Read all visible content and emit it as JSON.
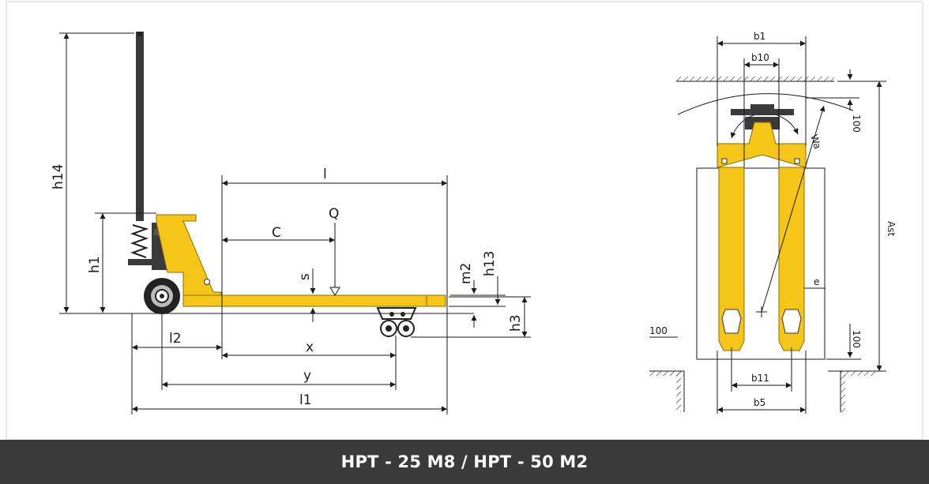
{
  "footer": {
    "title": "HPT - 25 M8 / HPT - 50 M2"
  },
  "side_view": {
    "labels": {
      "h14": "h14",
      "h1": "h1",
      "l": "l",
      "Q": "Q",
      "C": "C",
      "s": "s",
      "m2": "m2",
      "h13": "h13",
      "h3": "h3",
      "l2": "l2",
      "x": "x",
      "y": "y",
      "l1": "l1"
    }
  },
  "top_view": {
    "labels": {
      "b1": "b1",
      "b10": "b10",
      "Wa": "Wa",
      "Ast": "Ast",
      "e": "e",
      "b11": "b11",
      "b5": "b5"
    },
    "clearances": {
      "top": "100",
      "left": "100",
      "right": "100"
    }
  },
  "colors": {
    "truck_yellow": "#f5c518",
    "truck_yellow_dark": "#d9a400",
    "handle": "#3a3a3a",
    "footer_bg": "#3a3a3a"
  }
}
